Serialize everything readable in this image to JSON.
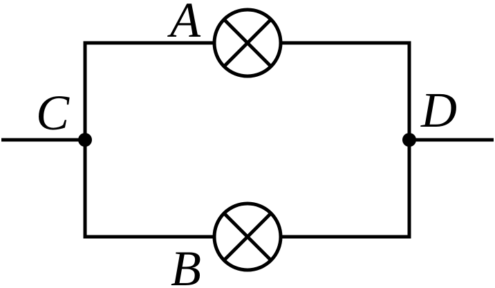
{
  "diagram": {
    "type": "circuit-diagram",
    "description": "Two lamps connected in parallel between two terminal junctions",
    "labels": {
      "lamp_top": "A",
      "lamp_bottom": "B",
      "terminal_left": "C",
      "terminal_right": "D"
    },
    "components": [
      {
        "id": "lamp_top",
        "kind": "lamp",
        "symbol": "circle-with-cross",
        "label": "A",
        "branch": "top"
      },
      {
        "id": "lamp_bottom",
        "kind": "lamp",
        "symbol": "circle-with-cross",
        "label": "B",
        "branch": "bottom"
      },
      {
        "id": "terminal_left",
        "kind": "junction-node",
        "label": "C"
      },
      {
        "id": "terminal_right",
        "kind": "junction-node",
        "label": "D"
      }
    ],
    "colors": {
      "line": "#000000",
      "background": "#ffffff"
    }
  }
}
